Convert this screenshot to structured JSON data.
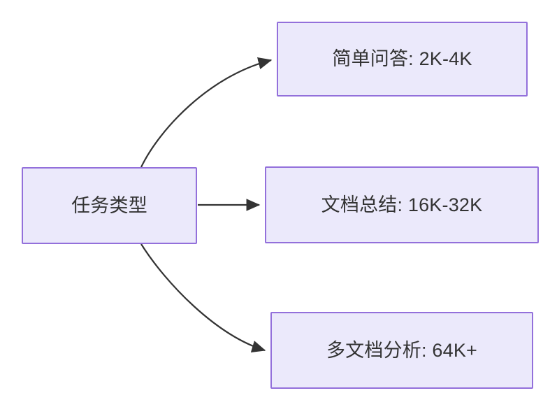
{
  "diagram": {
    "type": "flowchart",
    "direction": "left-to-right",
    "background_color": "#ffffff",
    "node_fill_color": "#ebe9fb",
    "node_border_color": "#9370db",
    "node_text_color": "#333333",
    "edge_color": "#333333",
    "root": {
      "id": "root",
      "label": "任务类型"
    },
    "branches": [
      {
        "id": "simple-qa",
        "label": "简单问答: 2K-4K",
        "task": "简单问答",
        "context_length": "2K-4K",
        "edge_style": "curved"
      },
      {
        "id": "doc-sum",
        "label": "文档总结: 16K-32K",
        "task": "文档总结",
        "context_length": "16K-32K",
        "edge_style": "straight"
      },
      {
        "id": "multi-doc",
        "label": "多文档分析: 64K+",
        "task": "多文档分析",
        "context_length": "64K+",
        "edge_style": "curved"
      }
    ]
  }
}
